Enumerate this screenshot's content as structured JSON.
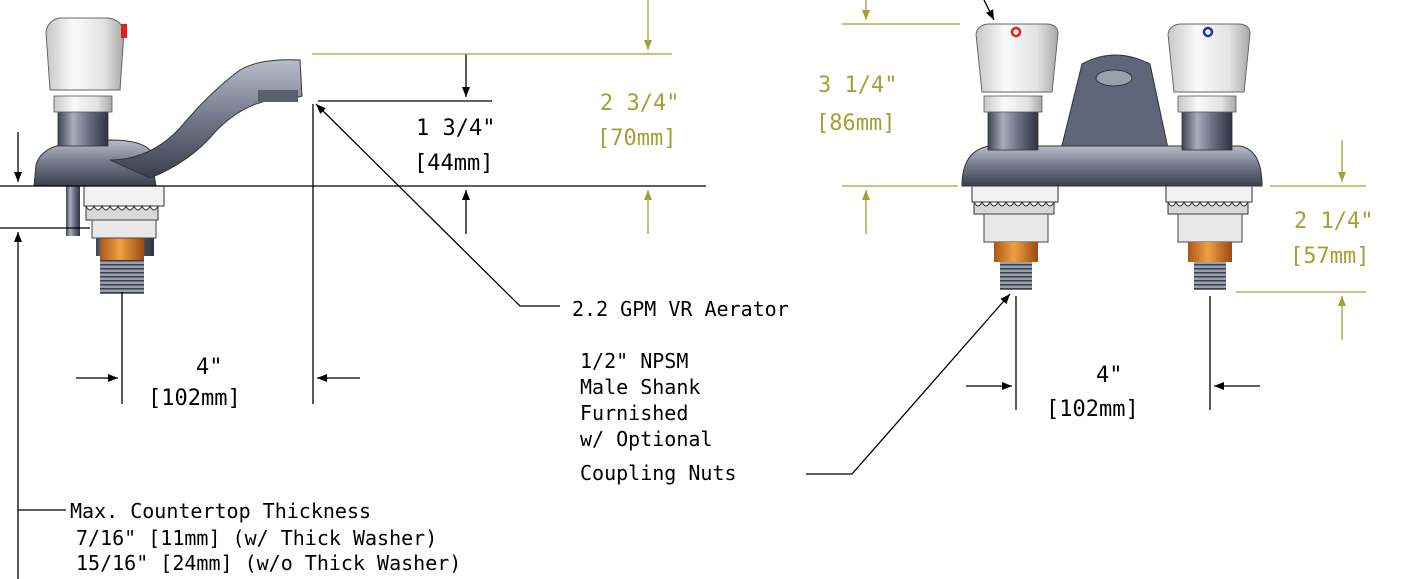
{
  "colors": {
    "olive": "#a4a036",
    "black": "#000000",
    "chrome": "#7c8294",
    "handle": "#e6e6e6",
    "nut": "#e0892a",
    "hot": "#e02020",
    "cold": "#2030c0"
  },
  "left_view": {
    "spout_height": {
      "in": "1 3/4\"",
      "mm": "[44mm]"
    },
    "overall_height": {
      "in": "2 3/4\"",
      "mm": "[70mm]"
    },
    "reach": {
      "in": "4\"",
      "mm": "[102mm]"
    },
    "aerator_label": "2.2 GPM VR Aerator",
    "countertop": {
      "line1": "Max. Countertop Thickness",
      "line2": "7/16\" [11mm] (w/ Thick Washer)",
      "line3": "15/16\" [24mm] (w/o Thick Washer)"
    }
  },
  "right_view": {
    "handle_height": {
      "in": "3 1/4\"",
      "mm": "[86mm]"
    },
    "shank_length": {
      "in": "2 1/4\"",
      "mm": "[57mm]"
    },
    "centers": {
      "in": "4\"",
      "mm": "[102mm]"
    },
    "shank_note": [
      "1/2\" NPSM",
      "Male Shank",
      "Furnished",
      "w/ Optional",
      "Coupling Nuts"
    ]
  }
}
